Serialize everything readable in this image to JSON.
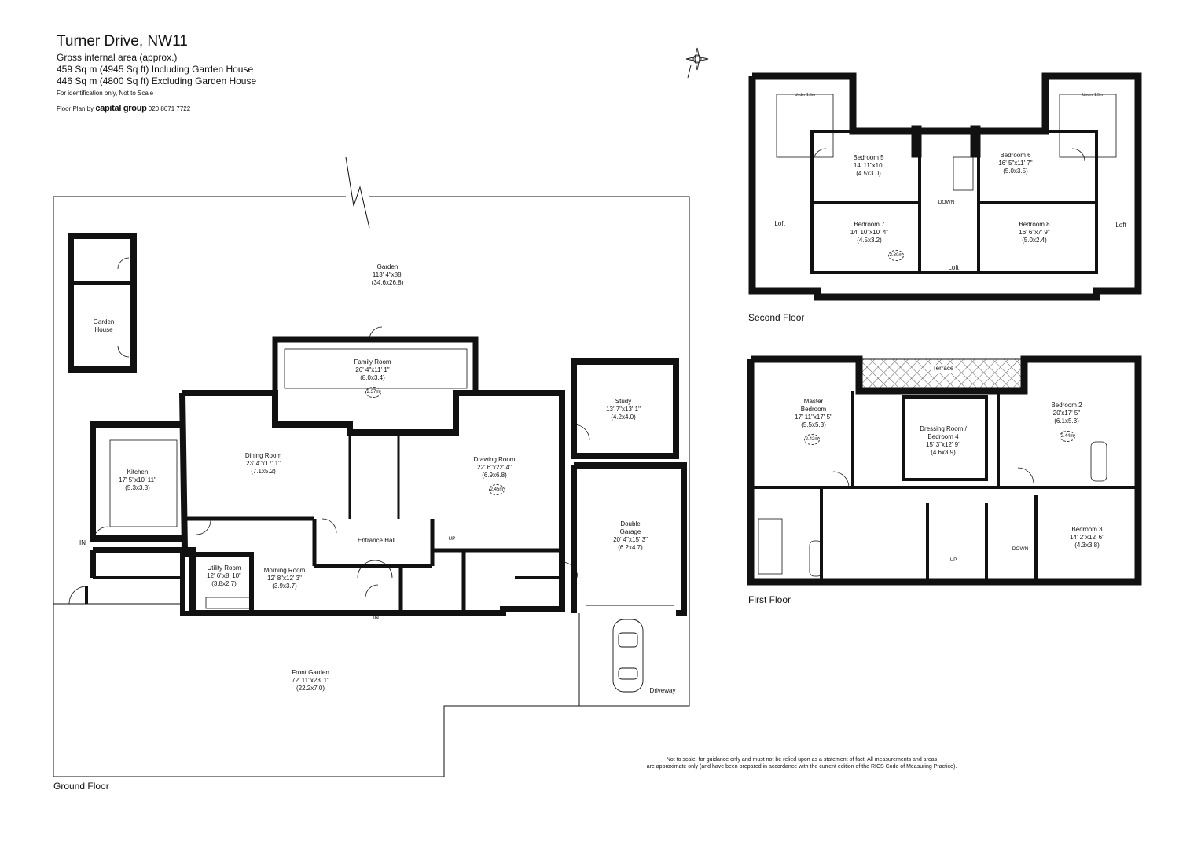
{
  "header": {
    "title": "Turner Drive, NW11",
    "area_label": "Gross internal area (approx.)",
    "area_including": "459 Sq m (4945 Sq ft) Including Garden House",
    "area_excluding": "446 Sq m (4800 Sq ft) Excluding Garden House",
    "note": "For identification only, Not to Scale",
    "credit_prefix": "Floor Plan by",
    "credit_brand": "capital group",
    "credit_phone": "020 8671 7722"
  },
  "floors": {
    "ground": "Ground Floor",
    "first": "First Floor",
    "second": "Second Floor"
  },
  "ground_rooms": {
    "garden": {
      "name": "Garden",
      "dims": "113' 4\"x88'",
      "metric": "(34.6x26.8)"
    },
    "garden_house": {
      "name": "Garden",
      "name2": "House"
    },
    "family": {
      "name": "Family Room",
      "dims": "26' 4\"x11' 1\"",
      "metric": "(8.0x3.4)",
      "ceiling": "2.37m"
    },
    "study": {
      "name": "Study",
      "dims": "13' 7\"x13' 1\"",
      "metric": "(4.2x4.0)"
    },
    "kitchen": {
      "name": "Kitchen",
      "dims": "17' 5\"x10' 11\"",
      "metric": "(5.3x3.3)"
    },
    "dining": {
      "name": "Dining Room",
      "dims": "23' 4\"x17' 1\"",
      "metric": "(7.1x5.2)"
    },
    "drawing": {
      "name": "Drawing Room",
      "dims": "22' 6\"x22' 4\"",
      "metric": "(6.9x6.8)",
      "ceiling": "2.45m"
    },
    "entrance": {
      "name": "Entrance Hall"
    },
    "garage": {
      "name": "Double",
      "name2": "Garage",
      "dims": "20' 4\"x15' 3\"",
      "metric": "(6.2x4.7)"
    },
    "utility": {
      "name": "Utility Room",
      "dims": "12' 6\"x8' 10\"",
      "metric": "(3.8x2.7)"
    },
    "morning": {
      "name": "Morning Room",
      "dims": "12' 8\"x12' 3\"",
      "metric": "(3.9x3.7)"
    },
    "front_garden": {
      "name": "Front Garden",
      "dims": "72' 11\"x23' 1\"",
      "metric": "(22.2x7.0)"
    },
    "driveway": {
      "name": "Driveway"
    },
    "in_side": "IN",
    "in_front": "IN",
    "up": "UP"
  },
  "second_rooms": {
    "bed5": {
      "name": "Bedroom 5",
      "dims": "14' 11\"x10'",
      "metric": "(4.5x3.0)"
    },
    "bed6": {
      "name": "Bedroom 6",
      "dims": "16' 5\"x11' 7\"",
      "metric": "(5.0x3.5)"
    },
    "bed7": {
      "name": "Bedroom 7",
      "dims": "14' 10\"x10' 4\"",
      "metric": "(4.5x3.2)",
      "ceiling": "2.30m"
    },
    "bed8": {
      "name": "Bedroom 8",
      "dims": "16' 6\"x7' 9\"",
      "metric": "(5.0x2.4)"
    },
    "loft_left": "Loft",
    "loft_right": "Loft",
    "loft_center": "Loft",
    "down": "DOWN",
    "under_left": "Under 1.5m",
    "under_right": "Under 1.5m"
  },
  "first_rooms": {
    "master": {
      "name": "Master",
      "name2": "Bedroom",
      "dims": "17' 11\"x17' 5\"",
      "metric": "(5.5x5.3)",
      "ceiling": "2.42m"
    },
    "dressing": {
      "name": "Dressing Room /",
      "name2": "Bedroom 4",
      "dims": "15' 3\"x12' 9\"",
      "metric": "(4.6x3.9)"
    },
    "bed2": {
      "name": "Bedroom 2",
      "dims": "20'x17' 5\"",
      "metric": "(6.1x5.3)",
      "ceiling": "2.44m"
    },
    "bed3": {
      "name": "Bedroom 3",
      "dims": "14' 2\"x12' 6\"",
      "metric": "(4.3x3.8)"
    },
    "terrace": "Terrace",
    "up": "UP",
    "down": "DOWN"
  },
  "disclaimer": {
    "line1": "Not to scale, for guidance only and must not be relied upon as a statement of fact.  All measurements and areas",
    "line2": "are approximate only (and have been prepared in accordance with the current edition of the RICS Code of Measuring Practice)."
  },
  "icons": {
    "compass": "compass-rose-icon",
    "car": "car-icon"
  }
}
